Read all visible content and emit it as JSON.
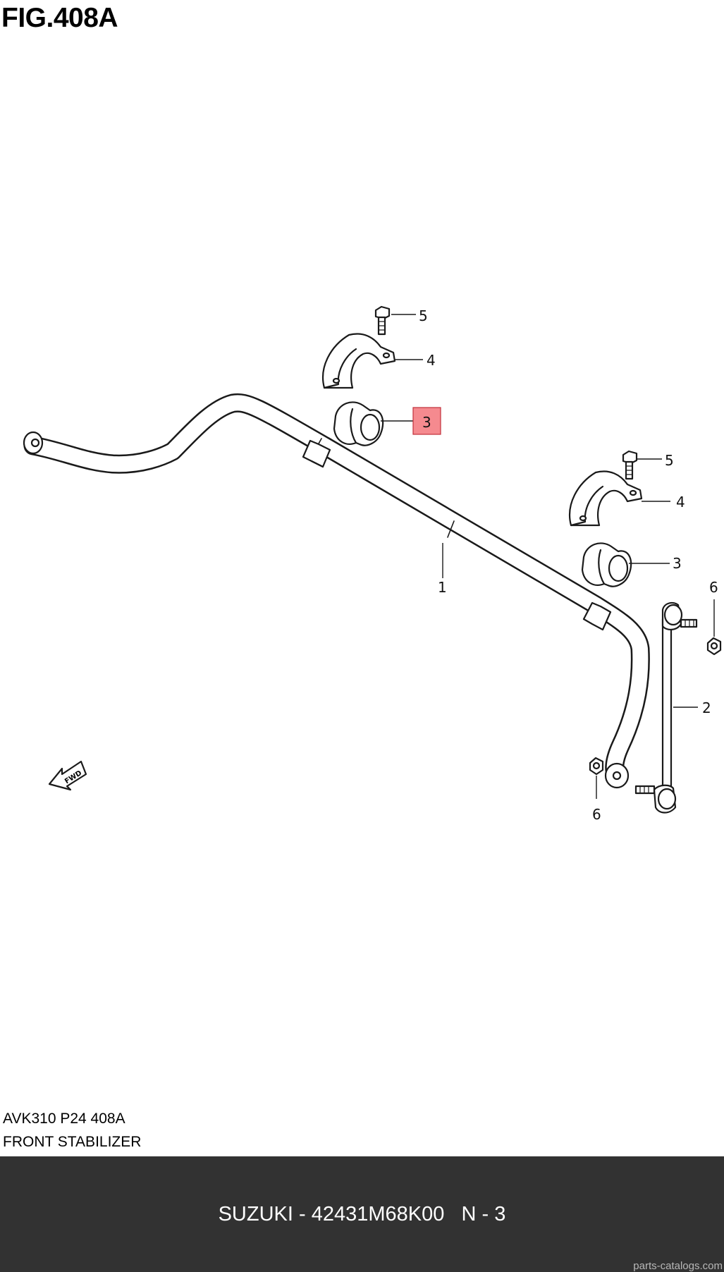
{
  "figure": {
    "title": "FIG.408A"
  },
  "callouts": [
    {
      "label": "5",
      "part": "bolt",
      "highlighted": false
    },
    {
      "label": "4",
      "part": "bracket",
      "highlighted": false
    },
    {
      "label": "3",
      "part": "bushing",
      "highlighted": true
    },
    {
      "label": "5",
      "part": "bolt",
      "highlighted": false
    },
    {
      "label": "4",
      "part": "bracket",
      "highlighted": false
    },
    {
      "label": "3",
      "part": "bushing",
      "highlighted": false
    },
    {
      "label": "1",
      "part": "stabilizer-bar",
      "highlighted": false
    },
    {
      "label": "6",
      "part": "nut",
      "highlighted": false
    },
    {
      "label": "2",
      "part": "stabilizer-link",
      "highlighted": false
    },
    {
      "label": "6",
      "part": "nut",
      "highlighted": false
    }
  ],
  "fwd_arrow": {
    "text": "FWD",
    "icon": "forward-arrow-icon"
  },
  "caption": {
    "code": "AVK310 P24 408A",
    "name": "FRONT STABILIZER"
  },
  "footer": {
    "text": "SUZUKI - 42431M68K00   N - 3",
    "watermark": "parts-catalogs.com"
  },
  "colors": {
    "highlight": "#f58a8f",
    "highlight_border": "#c0303a",
    "footer_bg": "#323232"
  }
}
